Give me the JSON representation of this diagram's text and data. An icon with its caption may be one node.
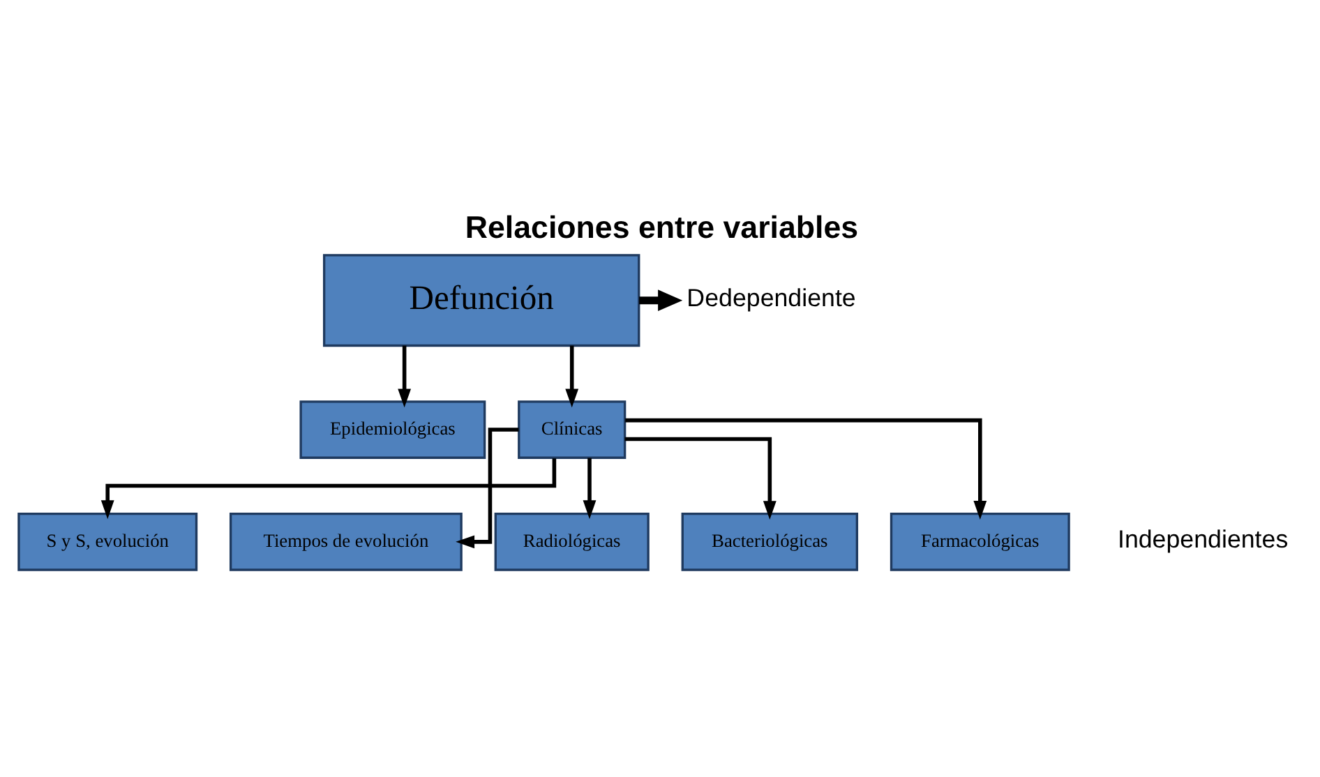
{
  "diagram": {
    "title": "Relaciones entre variables",
    "nodes": [
      {
        "text": [
          "Defunción"
        ]
      },
      {
        "text": [
          "Epidemiológicas"
        ]
      },
      {
        "text": [
          "Clínicas"
        ]
      },
      {
        "text": [
          "S y S, evolución"
        ]
      },
      {
        "text": [
          "Tiempos de evolución"
        ]
      },
      {
        "text": [
          "Radiológicas"
        ]
      },
      {
        "text": [
          "Bacteriológicas"
        ]
      },
      {
        "text": [
          "Farmacológicas"
        ]
      },
      {
        "text": [
          "Dedependiente"
        ]
      }
    ],
    "edges": [
      {
        "from": 0,
        "to": 1,
        "arrow": "to"
      },
      {
        "from": 0,
        "to": 2,
        "arrow": "to"
      },
      {
        "from": 2,
        "to": 3,
        "arrow": "to"
      },
      {
        "from": 2,
        "to": 4,
        "arrow": "to"
      },
      {
        "from": 2,
        "to": 5,
        "arrow": "to"
      },
      {
        "from": 2,
        "to": 6,
        "arrow": "to"
      },
      {
        "from": 2,
        "to": 7,
        "arrow": "to"
      },
      {
        "from": 0,
        "to": 8,
        "arrow": "to",
        "style": "thick"
      }
    ],
    "labels": [
      "Independientes"
    ]
  }
}
